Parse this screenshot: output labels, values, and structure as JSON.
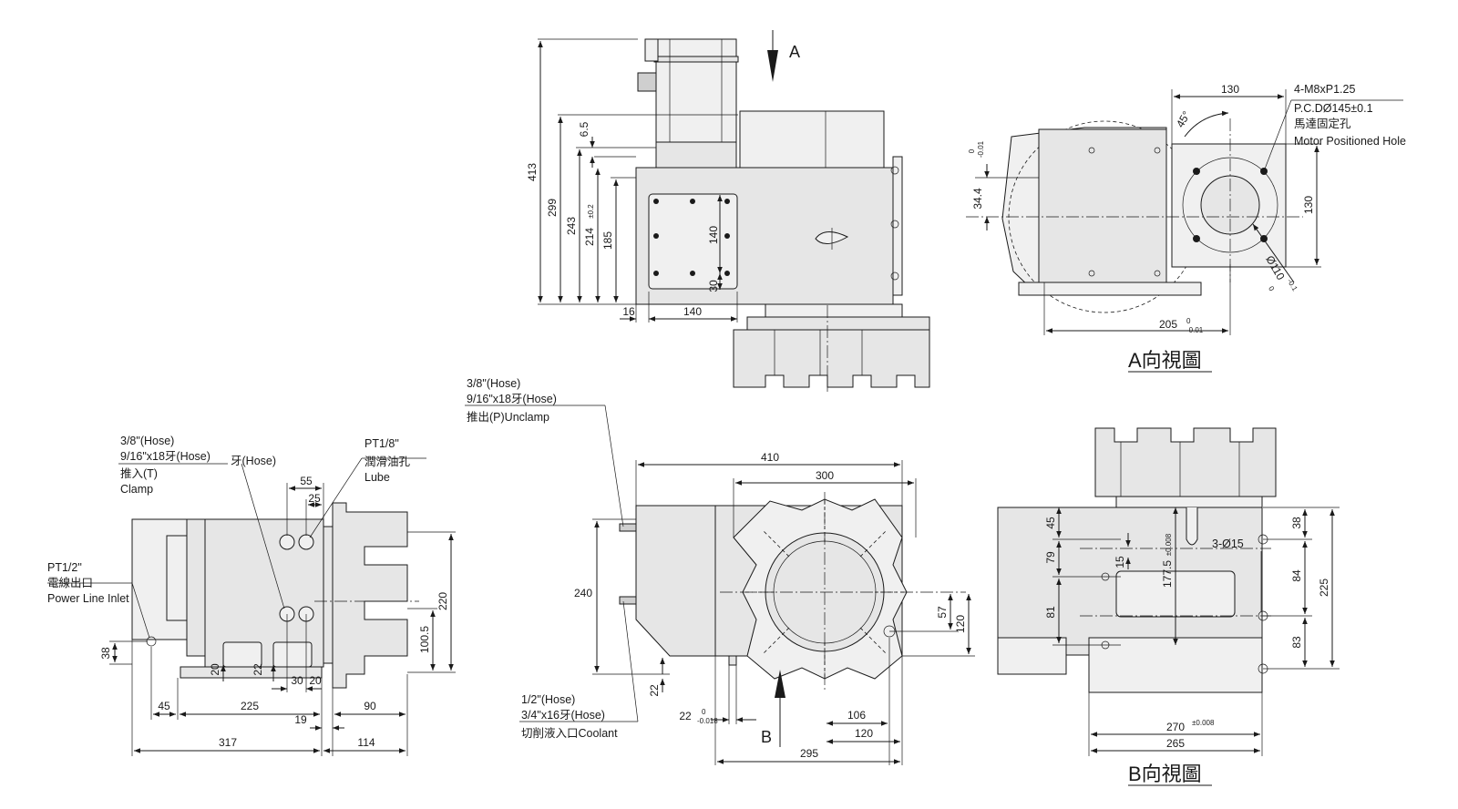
{
  "views": {
    "view_a_title": "A向視圖",
    "view_b_title": "B向視圖",
    "arrow_a": "A",
    "arrow_b": "B"
  },
  "top_side_view": {
    "dims": [
      "413",
      "299",
      "243",
      "214",
      "±0.2",
      "185",
      "6.5",
      "140",
      "30",
      "16",
      "140"
    ]
  },
  "view_a": {
    "dims": [
      "130",
      "45°",
      "34.4",
      "0",
      "-0.01",
      "130",
      "Ø110",
      "0",
      "-0.1",
      "205",
      "0",
      "-0.01"
    ],
    "motor_hole": [
      "4-M8xP1.25",
      "P.C.DØ145±0.1",
      "馬達固定孔",
      "Motor Positioned Hole"
    ]
  },
  "left_view": {
    "clamp": [
      "3/8\"(Hose)",
      "9/16\"x18牙(Hose)",
      "推入(T)",
      "Clamp"
    ],
    "unknown_tag": "牙(Hose)",
    "lube": [
      "PT1/8\"",
      "潤滑油孔",
      "Lube"
    ],
    "power": [
      "PT1/2\"",
      "電線出口",
      "Power Line Inlet"
    ],
    "dims": [
      "55",
      "25",
      "220",
      "100.5",
      "38",
      "20",
      "22",
      "30",
      "20",
      "45",
      "225",
      "19",
      "90",
      "317",
      "114"
    ]
  },
  "front_view": {
    "unclamp": [
      "3/8\"(Hose)",
      "9/16\"x18牙(Hose)",
      "推出(P)Unclamp"
    ],
    "coolant": [
      "1/2\"(Hose)",
      "3/4\"x16牙(Hose)",
      "切削液入口Coolant"
    ],
    "dims": [
      "410",
      "300",
      "240",
      "57",
      "120",
      "22",
      "22",
      "0",
      "-0.018",
      "106",
      "120",
      "295"
    ]
  },
  "view_b": {
    "hole_label": "3-Ø15",
    "dims": [
      "45",
      "79",
      "81",
      "15",
      "177.5",
      "±0.008",
      "38",
      "84",
      "83",
      "225",
      "270",
      "±0.008",
      "265"
    ]
  }
}
